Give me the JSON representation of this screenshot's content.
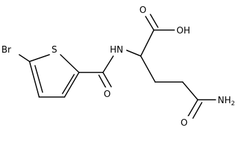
{
  "molecule": {
    "atom_labels": {
      "br": "Br",
      "s": "S",
      "hn": "HN",
      "oh": "OH",
      "o_acid": "O",
      "o_amide": "O",
      "o_carboxamide": "O",
      "nh2": "NH",
      "nh2_sub": "2"
    }
  }
}
